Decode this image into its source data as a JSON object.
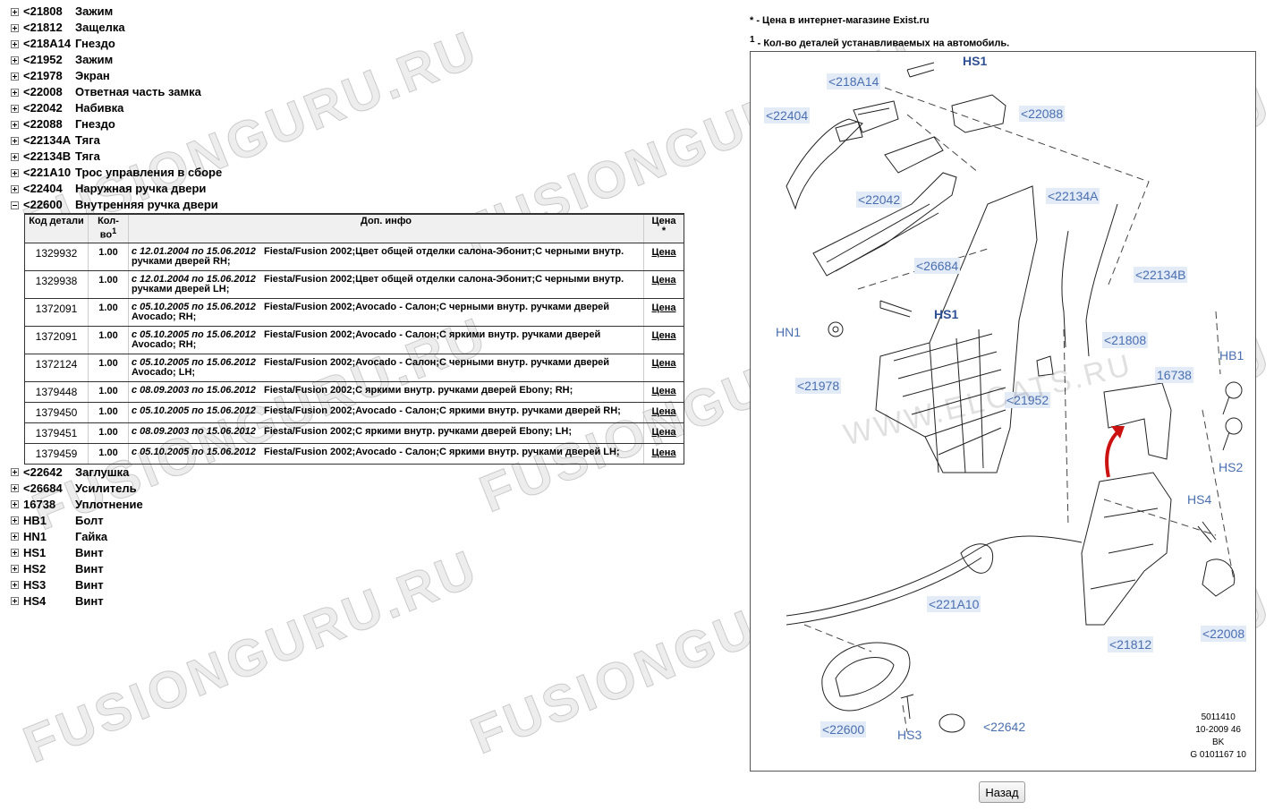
{
  "tree_before": [
    {
      "code": "<21808",
      "name": "Зажим"
    },
    {
      "code": "<21812",
      "name": "Защелка"
    },
    {
      "code": "<218A14",
      "name": "Гнездо"
    },
    {
      "code": "<21952",
      "name": "Зажим"
    },
    {
      "code": "<21978",
      "name": "Экран"
    },
    {
      "code": "<22008",
      "name": "Ответная часть замка"
    },
    {
      "code": "<22042",
      "name": "Набивка"
    },
    {
      "code": "<22088",
      "name": "Гнездо"
    },
    {
      "code": "<22134A",
      "name": "Тяга"
    },
    {
      "code": "<22134B",
      "name": "Тяга"
    },
    {
      "code": "<221A10",
      "name": "Трос управления в сборе"
    },
    {
      "code": "<22404",
      "name": "Наружная ручка двери"
    }
  ],
  "expanded": {
    "code": "<22600",
    "name": "Внутренняя ручка двери"
  },
  "table": {
    "headers": {
      "code": "Код детали",
      "qty": "Кол-во",
      "qty_sup": "1",
      "info": "Доп. инфо",
      "price": "Цена",
      "price_sup": "*"
    },
    "rows": [
      {
        "code": "1329932",
        "qty": "1.00",
        "dates": "с 12.01.2004 по 15.06.2012",
        "desc": "Fiesta/Fusion 2002;Цвет общей отделки салона-Эбонит;С черными внутр. ручками дверей RH;",
        "price": "Цена"
      },
      {
        "code": "1329938",
        "qty": "1.00",
        "dates": "с 12.01.2004 по 15.06.2012",
        "desc": "Fiesta/Fusion 2002;Цвет общей отделки салона-Эбонит;С черными внутр. ручками дверей LH;",
        "price": "Цена"
      },
      {
        "code": "1372091",
        "qty": "1.00",
        "dates": "с 05.10.2005 по 15.06.2012",
        "desc": "Fiesta/Fusion 2002;Avocado - Салон;С черными внутр. ручками дверей Avocado; RH;",
        "price": "Цена"
      },
      {
        "code": "1372091",
        "qty": "1.00",
        "dates": "с 05.10.2005 по 15.06.2012",
        "desc": "Fiesta/Fusion 2002;Avocado - Салон;С яркими внутр. ручками дверей Avocado; RH;",
        "price": "Цена"
      },
      {
        "code": "1372124",
        "qty": "1.00",
        "dates": "с 05.10.2005 по 15.06.2012",
        "desc": "Fiesta/Fusion 2002;Avocado - Салон;С черными внутр. ручками дверей Avocado; LH;",
        "price": "Цена"
      },
      {
        "code": "1379448",
        "qty": "1.00",
        "dates": "с 08.09.2003 по 15.06.2012",
        "desc": "Fiesta/Fusion 2002;С яркими внутр. ручками дверей Ebony; RH;",
        "price": "Цена"
      },
      {
        "code": "1379450",
        "qty": "1.00",
        "dates": "с 05.10.2005 по 15.06.2012",
        "desc": "Fiesta/Fusion 2002;Avocado - Салон;С яркими внутр. ручками дверей RH;",
        "price": "Цена"
      },
      {
        "code": "1379451",
        "qty": "1.00",
        "dates": "с 08.09.2003 по 15.06.2012",
        "desc": "Fiesta/Fusion 2002;С яркими внутр. ручками дверей Ebony; LH;",
        "price": "Цена"
      },
      {
        "code": "1379459",
        "qty": "1.00",
        "dates": "с 05.10.2005 по 15.06.2012",
        "desc": "Fiesta/Fusion 2002;Avocado - Салон;С яркими внутр. ручками дверей LH;",
        "price": "Цена"
      }
    ]
  },
  "tree_after": [
    {
      "code": "<22642",
      "name": "Заглушка"
    },
    {
      "code": "<26684",
      "name": "Усилитель"
    },
    {
      "code": "16738",
      "name": "Уплотнение"
    },
    {
      "code": "HB1",
      "name": "Болт"
    },
    {
      "code": "HN1",
      "name": "Гайка"
    },
    {
      "code": "HS1",
      "name": "Винт"
    },
    {
      "code": "HS2",
      "name": "Винт"
    },
    {
      "code": "HS3",
      "name": "Винт"
    },
    {
      "code": "HS4",
      "name": "Винт"
    }
  ],
  "notes": {
    "price_note": "* - Цена в интернет-магазине Exist.ru",
    "qty_mark": "1",
    "qty_note": " - Кол-во деталей устанавливаемых на автомобиль."
  },
  "diagram": {
    "labels": {
      "l_hs1_top": "HS1",
      "l_218a14": "<218A14",
      "l_22404": "<22404",
      "l_22088": "<22088",
      "l_22042": "<22042",
      "l_22134a": "<22134A",
      "l_26684": "<26684",
      "l_22134b": "<22134B",
      "l_hs1_mid": "HS1",
      "l_hn1": "HN1",
      "l_21808": "<21808",
      "l_hb1": "HB1",
      "l_16738": "16738",
      "l_21978": "<21978",
      "l_21952": "<21952",
      "l_hs2": "HS2",
      "l_hs4": "HS4",
      "l_221a10": "<221A10",
      "l_21812": "<21812",
      "l_22008": "<22008",
      "l_22600": "<22600",
      "l_hs3": "HS3",
      "l_22642": "<22642"
    },
    "site_watermark": "WWW.ELCATS.RU",
    "footer": {
      "line1": "5011410",
      "line2": "10-2009 46",
      "line3": "BK",
      "line4": "G 0101167 10"
    }
  },
  "watermark_text": "FUSIONGURU.RU",
  "back_button": "Назад",
  "colors": {
    "callout_blue": "#4a6fb0",
    "callout_bg": "#e3ebf7",
    "arrow_red": "#cc1111"
  }
}
